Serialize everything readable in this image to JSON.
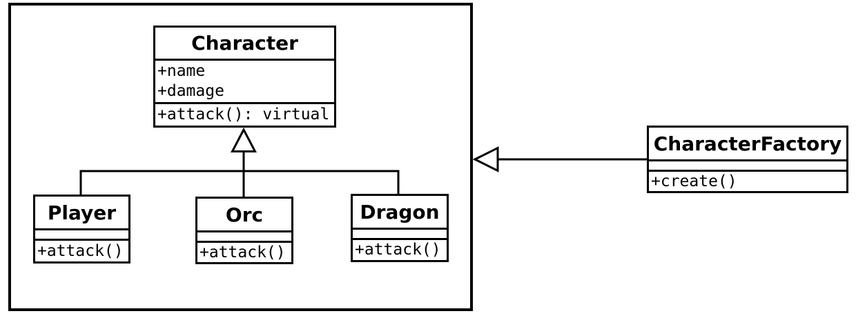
{
  "diagram": {
    "type": "uml-class-diagram",
    "classes": {
      "character": {
        "name": "Character",
        "attributes": [
          "+name",
          "+damage"
        ],
        "methods": [
          "+attack(): virtual"
        ]
      },
      "player": {
        "name": "Player",
        "attributes": [],
        "methods": [
          "+attack()"
        ]
      },
      "orc": {
        "name": "Orc",
        "attributes": [],
        "methods": [
          "+attack()"
        ]
      },
      "dragon": {
        "name": "Dragon",
        "attributes": [],
        "methods": [
          "+attack()"
        ]
      },
      "factory": {
        "name": "CharacterFactory",
        "attributes": [],
        "methods": [
          "+create()"
        ]
      }
    },
    "relations": [
      {
        "type": "generalization",
        "from": "Player",
        "to": "Character"
      },
      {
        "type": "generalization",
        "from": "Orc",
        "to": "Character"
      },
      {
        "type": "generalization",
        "from": "Dragon",
        "to": "Character"
      },
      {
        "type": "arrow",
        "from": "CharacterFactory",
        "to": "boundary-box"
      }
    ],
    "colors": {
      "line": "#000000",
      "fill": "#ffffff",
      "background": "#ffffff"
    }
  }
}
